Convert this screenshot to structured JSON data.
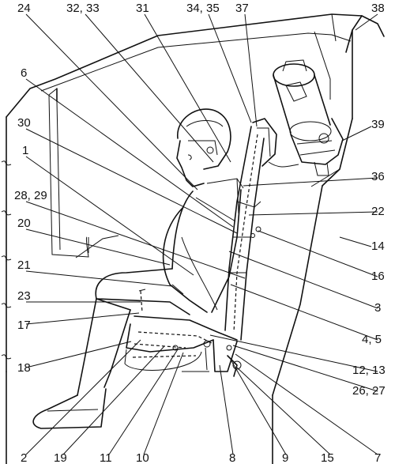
{
  "callouts": [
    {
      "id": "c24",
      "text": "24"
    },
    {
      "id": "c32_33",
      "text": "32, 33"
    },
    {
      "id": "c31",
      "text": "31"
    },
    {
      "id": "c34_35",
      "text": "34, 35"
    },
    {
      "id": "c37",
      "text": "37"
    },
    {
      "id": "c38",
      "text": "38"
    },
    {
      "id": "c6",
      "text": "6"
    },
    {
      "id": "c39",
      "text": "39"
    },
    {
      "id": "c30",
      "text": "30"
    },
    {
      "id": "c1",
      "text": "1"
    },
    {
      "id": "c36",
      "text": "36"
    },
    {
      "id": "c28_29",
      "text": "28, 29"
    },
    {
      "id": "c22",
      "text": "22"
    },
    {
      "id": "c20",
      "text": "20"
    },
    {
      "id": "c14",
      "text": "14"
    },
    {
      "id": "c16",
      "text": "16"
    },
    {
      "id": "c21",
      "text": "21"
    },
    {
      "id": "c3",
      "text": "3"
    },
    {
      "id": "c23",
      "text": "23"
    },
    {
      "id": "c4_5",
      "text": "4, 5"
    },
    {
      "id": "c17",
      "text": "17"
    },
    {
      "id": "c12_13",
      "text": "12, 13"
    },
    {
      "id": "c18",
      "text": "18"
    },
    {
      "id": "c26_27",
      "text": "26, 27"
    },
    {
      "id": "c2",
      "text": "2"
    },
    {
      "id": "c19",
      "text": "19"
    },
    {
      "id": "c11",
      "text": "11"
    },
    {
      "id": "c10",
      "text": "10"
    },
    {
      "id": "c8",
      "text": "8"
    },
    {
      "id": "c9",
      "text": "9"
    },
    {
      "id": "c15",
      "text": "15"
    },
    {
      "id": "c7",
      "text": "7"
    }
  ]
}
